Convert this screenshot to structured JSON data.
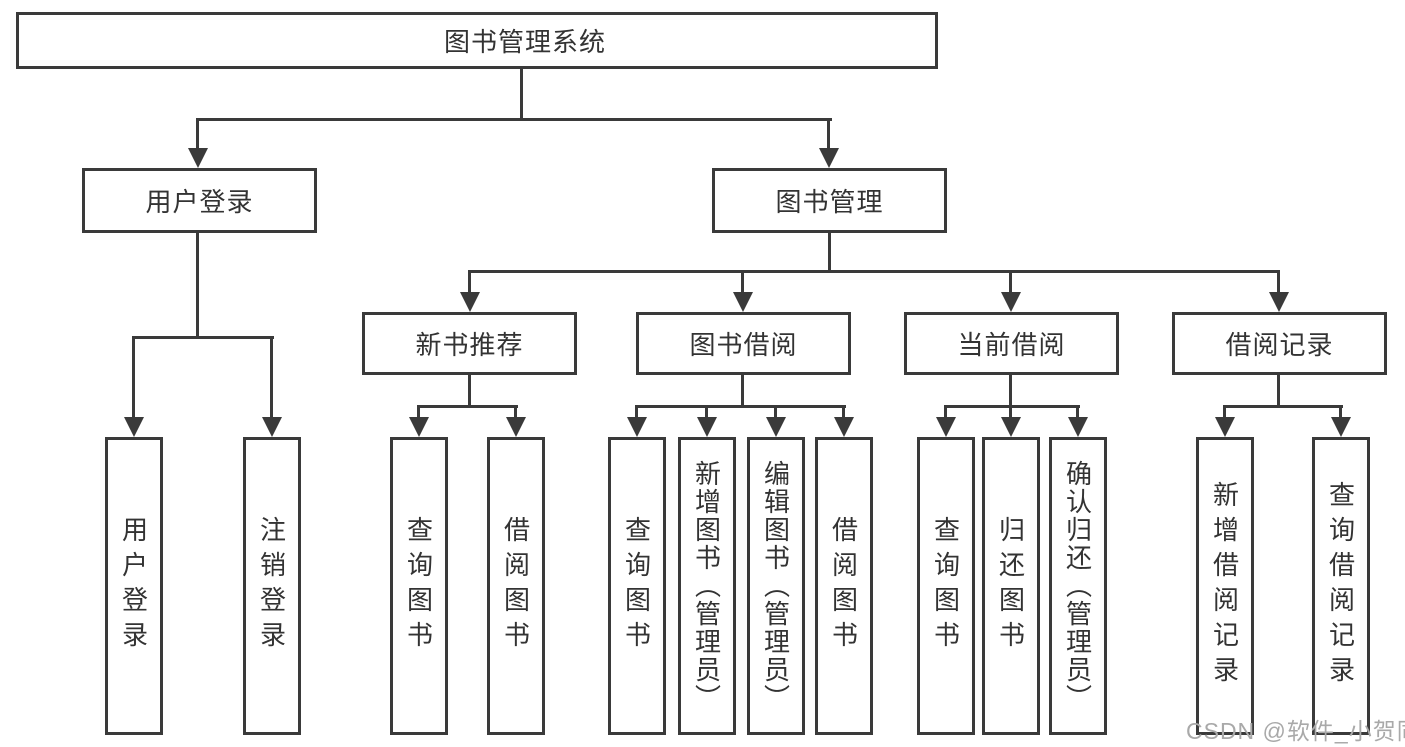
{
  "title": "图书管理系统",
  "watermark": "CSDN @软件_小贺同学",
  "colors": {
    "line": "#3a3a3a",
    "text": "#333333",
    "watermark": "#a9a9a9",
    "background": "#ffffff"
  },
  "tree": {
    "root": "图书管理系统",
    "children": [
      {
        "label": "用户登录",
        "children": [
          "用户登录",
          "注销登录"
        ]
      },
      {
        "label": "图书管理",
        "children": [
          {
            "label": "新书推荐",
            "children": [
              "查询图书",
              "借阅图书"
            ]
          },
          {
            "label": "图书借阅",
            "children": [
              "查询图书",
              "新增图书（管理员）",
              "编辑图书（管理员）",
              "借阅图书"
            ]
          },
          {
            "label": "当前借阅",
            "children": [
              "查询图书",
              "归还图书",
              "确认归还（管理员）"
            ]
          },
          {
            "label": "借阅记录",
            "children": [
              "新增借阅记录",
              "查询借阅记录"
            ]
          }
        ]
      }
    ]
  }
}
